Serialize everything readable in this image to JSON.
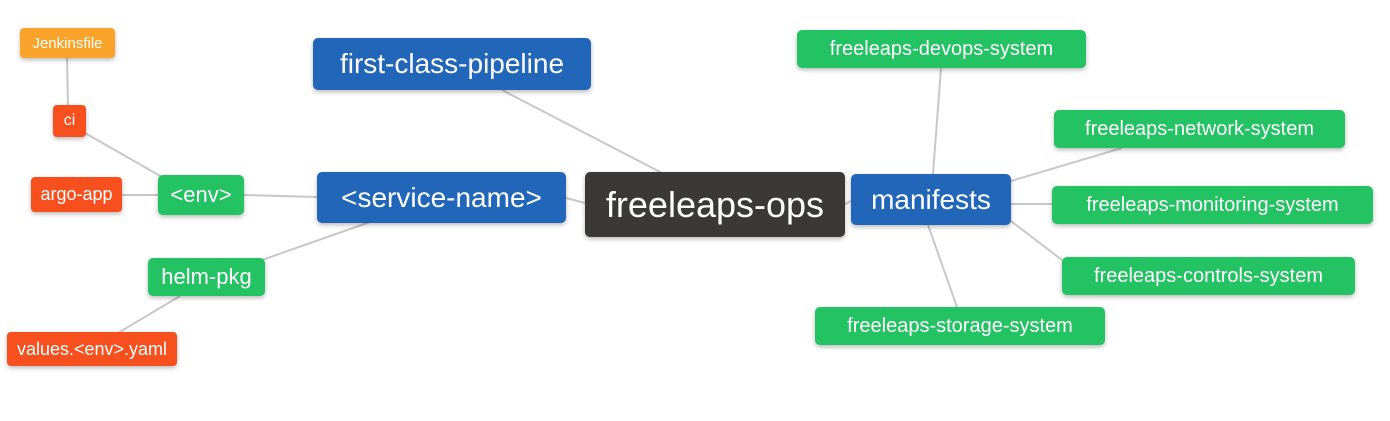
{
  "diagram": {
    "type": "mindmap",
    "root": "freeleaps-ops",
    "palette": {
      "blue": "#2166b8",
      "green": "#23c263",
      "red": "#f7501e",
      "orange": "#f9a32a",
      "dark": "#3b3838",
      "edge": "#c8c8c8",
      "background": "#ffffff",
      "text": "#ffffff"
    },
    "nodes": {
      "freeleaps_ops": {
        "label": "freeleaps-ops",
        "color": "dark"
      },
      "first_class_pipeline": {
        "label": "first-class-pipeline",
        "color": "blue"
      },
      "service_name": {
        "label": "<service-name>",
        "color": "blue"
      },
      "manifests": {
        "label": "manifests",
        "color": "blue"
      },
      "env": {
        "label": "<env>",
        "color": "green"
      },
      "helm_pkg": {
        "label": "helm-pkg",
        "color": "green"
      },
      "ci": {
        "label": "ci",
        "color": "red"
      },
      "argo_app": {
        "label": "argo-app",
        "color": "red"
      },
      "jenkinsfile": {
        "label": "Jenkinsfile",
        "color": "orange"
      },
      "values_env_yaml": {
        "label": "values.<env>.yaml",
        "color": "red"
      },
      "devops_system": {
        "label": "freeleaps-devops-system",
        "color": "green"
      },
      "network_system": {
        "label": "freeleaps-network-system",
        "color": "green"
      },
      "monitoring_system": {
        "label": "freeleaps-monitoring-system",
        "color": "green"
      },
      "controls_system": {
        "label": "freeleaps-controls-system",
        "color": "green"
      },
      "storage_system": {
        "label": "freeleaps-storage-system",
        "color": "green"
      }
    },
    "edges": [
      [
        "jenkinsfile",
        "ci"
      ],
      [
        "ci",
        "env"
      ],
      [
        "argo_app",
        "env"
      ],
      [
        "env",
        "service_name"
      ],
      [
        "service_name",
        "helm_pkg"
      ],
      [
        "helm_pkg",
        "values_env_yaml"
      ],
      [
        "service_name",
        "freeleaps_ops"
      ],
      [
        "first_class_pipeline",
        "freeleaps_ops"
      ],
      [
        "freeleaps_ops",
        "manifests"
      ],
      [
        "manifests",
        "devops_system"
      ],
      [
        "manifests",
        "network_system"
      ],
      [
        "manifests",
        "monitoring_system"
      ],
      [
        "manifests",
        "controls_system"
      ],
      [
        "manifests",
        "storage_system"
      ]
    ]
  }
}
